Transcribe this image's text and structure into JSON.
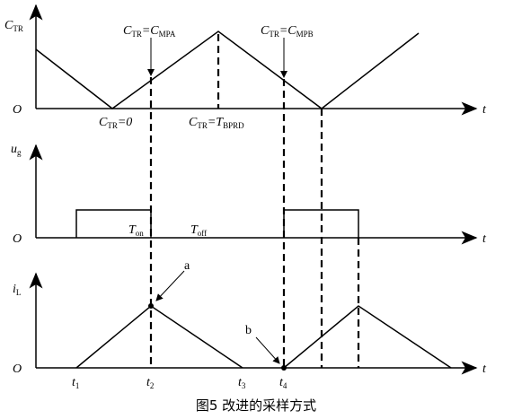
{
  "figure": {
    "caption": "图5   改进的采样方式"
  },
  "panel1": {
    "y_label_main": "C",
    "y_label_sub": "TR",
    "origin": "O",
    "x_label": "t",
    "ann_mpa_c": "C",
    "ann_mpa_tr": "TR",
    "ann_mpa_eq": "=C",
    "ann_mpa_sub": "MPA",
    "ann_mpb_c": "C",
    "ann_mpb_tr": "TR",
    "ann_mpb_eq": "=C",
    "ann_mpb_sub": "MPB",
    "ann_zero_c": "C",
    "ann_zero_tr": "TR",
    "ann_zero_eq": "=0",
    "ann_bprd_c": "C",
    "ann_bprd_tr": "TR",
    "ann_bprd_eq": "=T",
    "ann_bprd_sub": "BPRD"
  },
  "panel2": {
    "y_label_main": "u",
    "y_label_sub": "g",
    "origin": "O",
    "x_label": "t",
    "ton_main": "T",
    "ton_sub": "on",
    "toff_main": "T",
    "toff_sub": "off"
  },
  "panel3": {
    "y_label_main": "i",
    "y_label_sub": "L",
    "origin": "O",
    "x_label": "t",
    "point_a": "a",
    "point_b": "b",
    "t1_main": "t",
    "t1_sub": "1",
    "t2_main": "t",
    "t2_sub": "2",
    "t3_main": "t",
    "t3_sub": "3",
    "t4_main": "t",
    "t4_sub": "4"
  },
  "colors": {
    "line": "#000000",
    "background": "#ffffff"
  }
}
